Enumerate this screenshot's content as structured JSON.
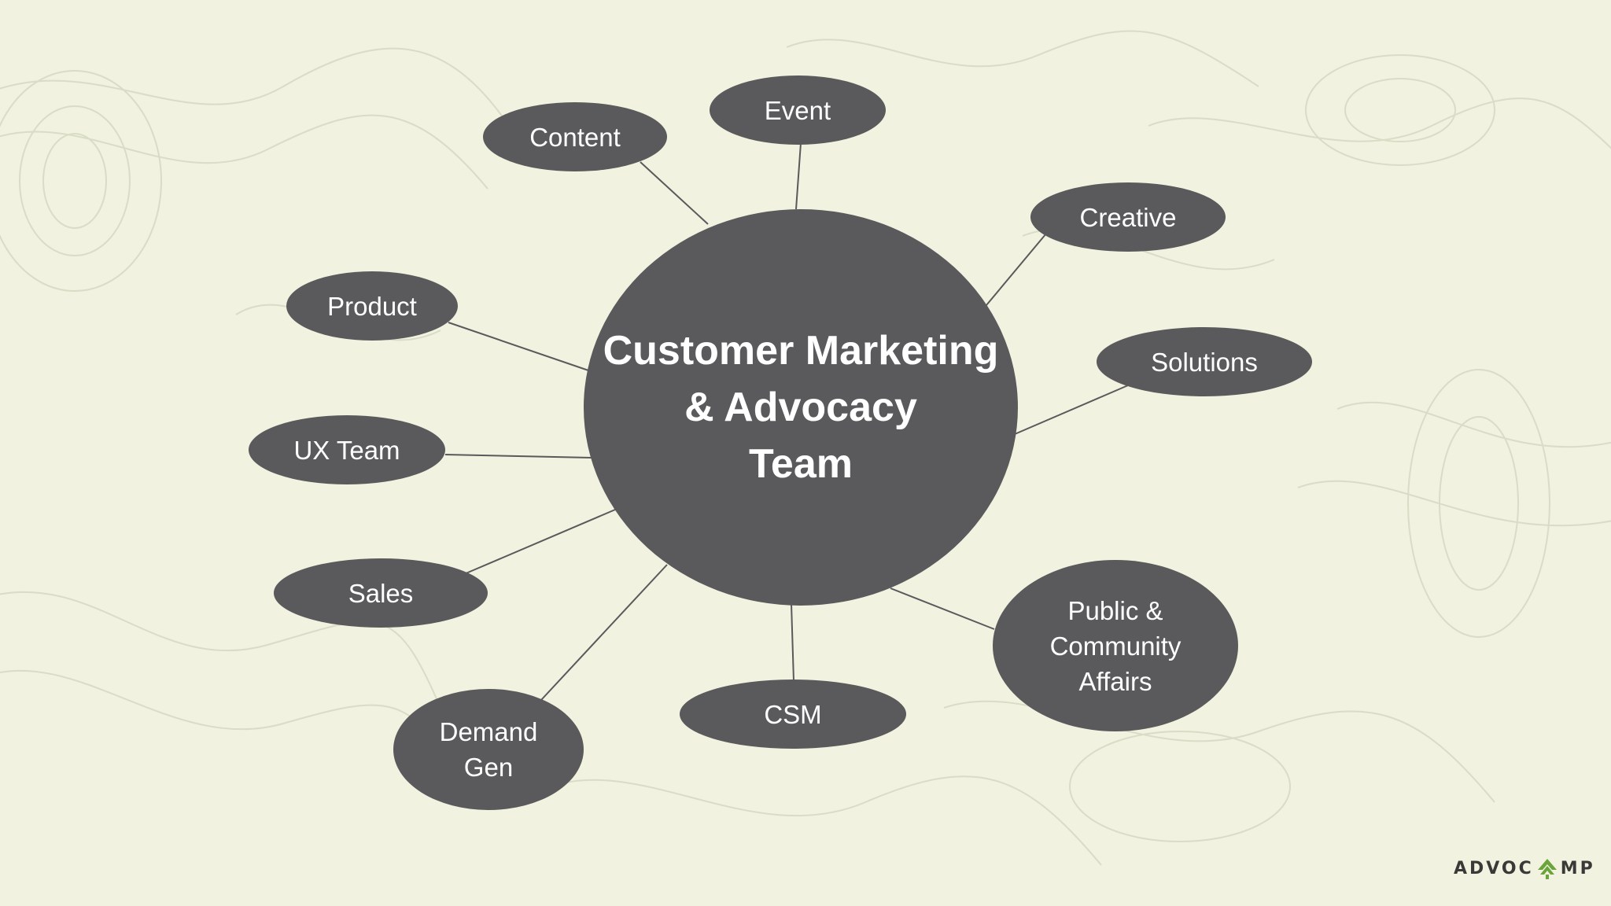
{
  "diagram": {
    "center": {
      "label": "Customer Marketing\n& Advocacy\nTeam"
    },
    "nodes": [
      {
        "id": "content",
        "label": "Content"
      },
      {
        "id": "event",
        "label": "Event"
      },
      {
        "id": "creative",
        "label": "Creative"
      },
      {
        "id": "product",
        "label": "Product"
      },
      {
        "id": "solutions",
        "label": "Solutions"
      },
      {
        "id": "ux-team",
        "label": "UX Team"
      },
      {
        "id": "sales",
        "label": "Sales"
      },
      {
        "id": "public-community-affairs",
        "label": "Public &\nCommunity\nAffairs"
      },
      {
        "id": "csm",
        "label": "CSM"
      },
      {
        "id": "demand-gen",
        "label": "Demand\nGen"
      }
    ]
  },
  "logo": {
    "text_before": "ADVOC",
    "text_after": "MP",
    "mark_color": "#6aa43a"
  },
  "colors": {
    "background": "#f1f2df",
    "node": "#5a595c",
    "text": "#ffffff"
  }
}
